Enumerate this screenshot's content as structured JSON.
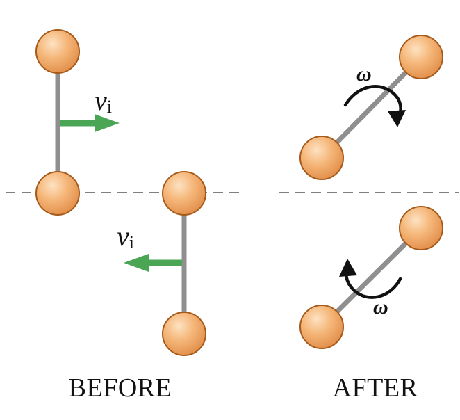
{
  "labels": {
    "before": "BEFORE",
    "after": "AFTER",
    "velocity_symbol": "v",
    "velocity_subscript": "i",
    "angular_velocity": "ω"
  },
  "colors": {
    "ball_fill_light": "#fbd3a6",
    "ball_fill_dark": "#e8934f",
    "ball_stroke": "#a65a1a",
    "rod": "#8f8f8f",
    "velocity_arrow": "#4aa655",
    "rotation_arrow": "#111111",
    "dashed_line": "#555555"
  },
  "icons": {
    "ball": "sphere",
    "velocity_arrow": "arrow-right",
    "rotation_arrow": "curved-arrow"
  }
}
